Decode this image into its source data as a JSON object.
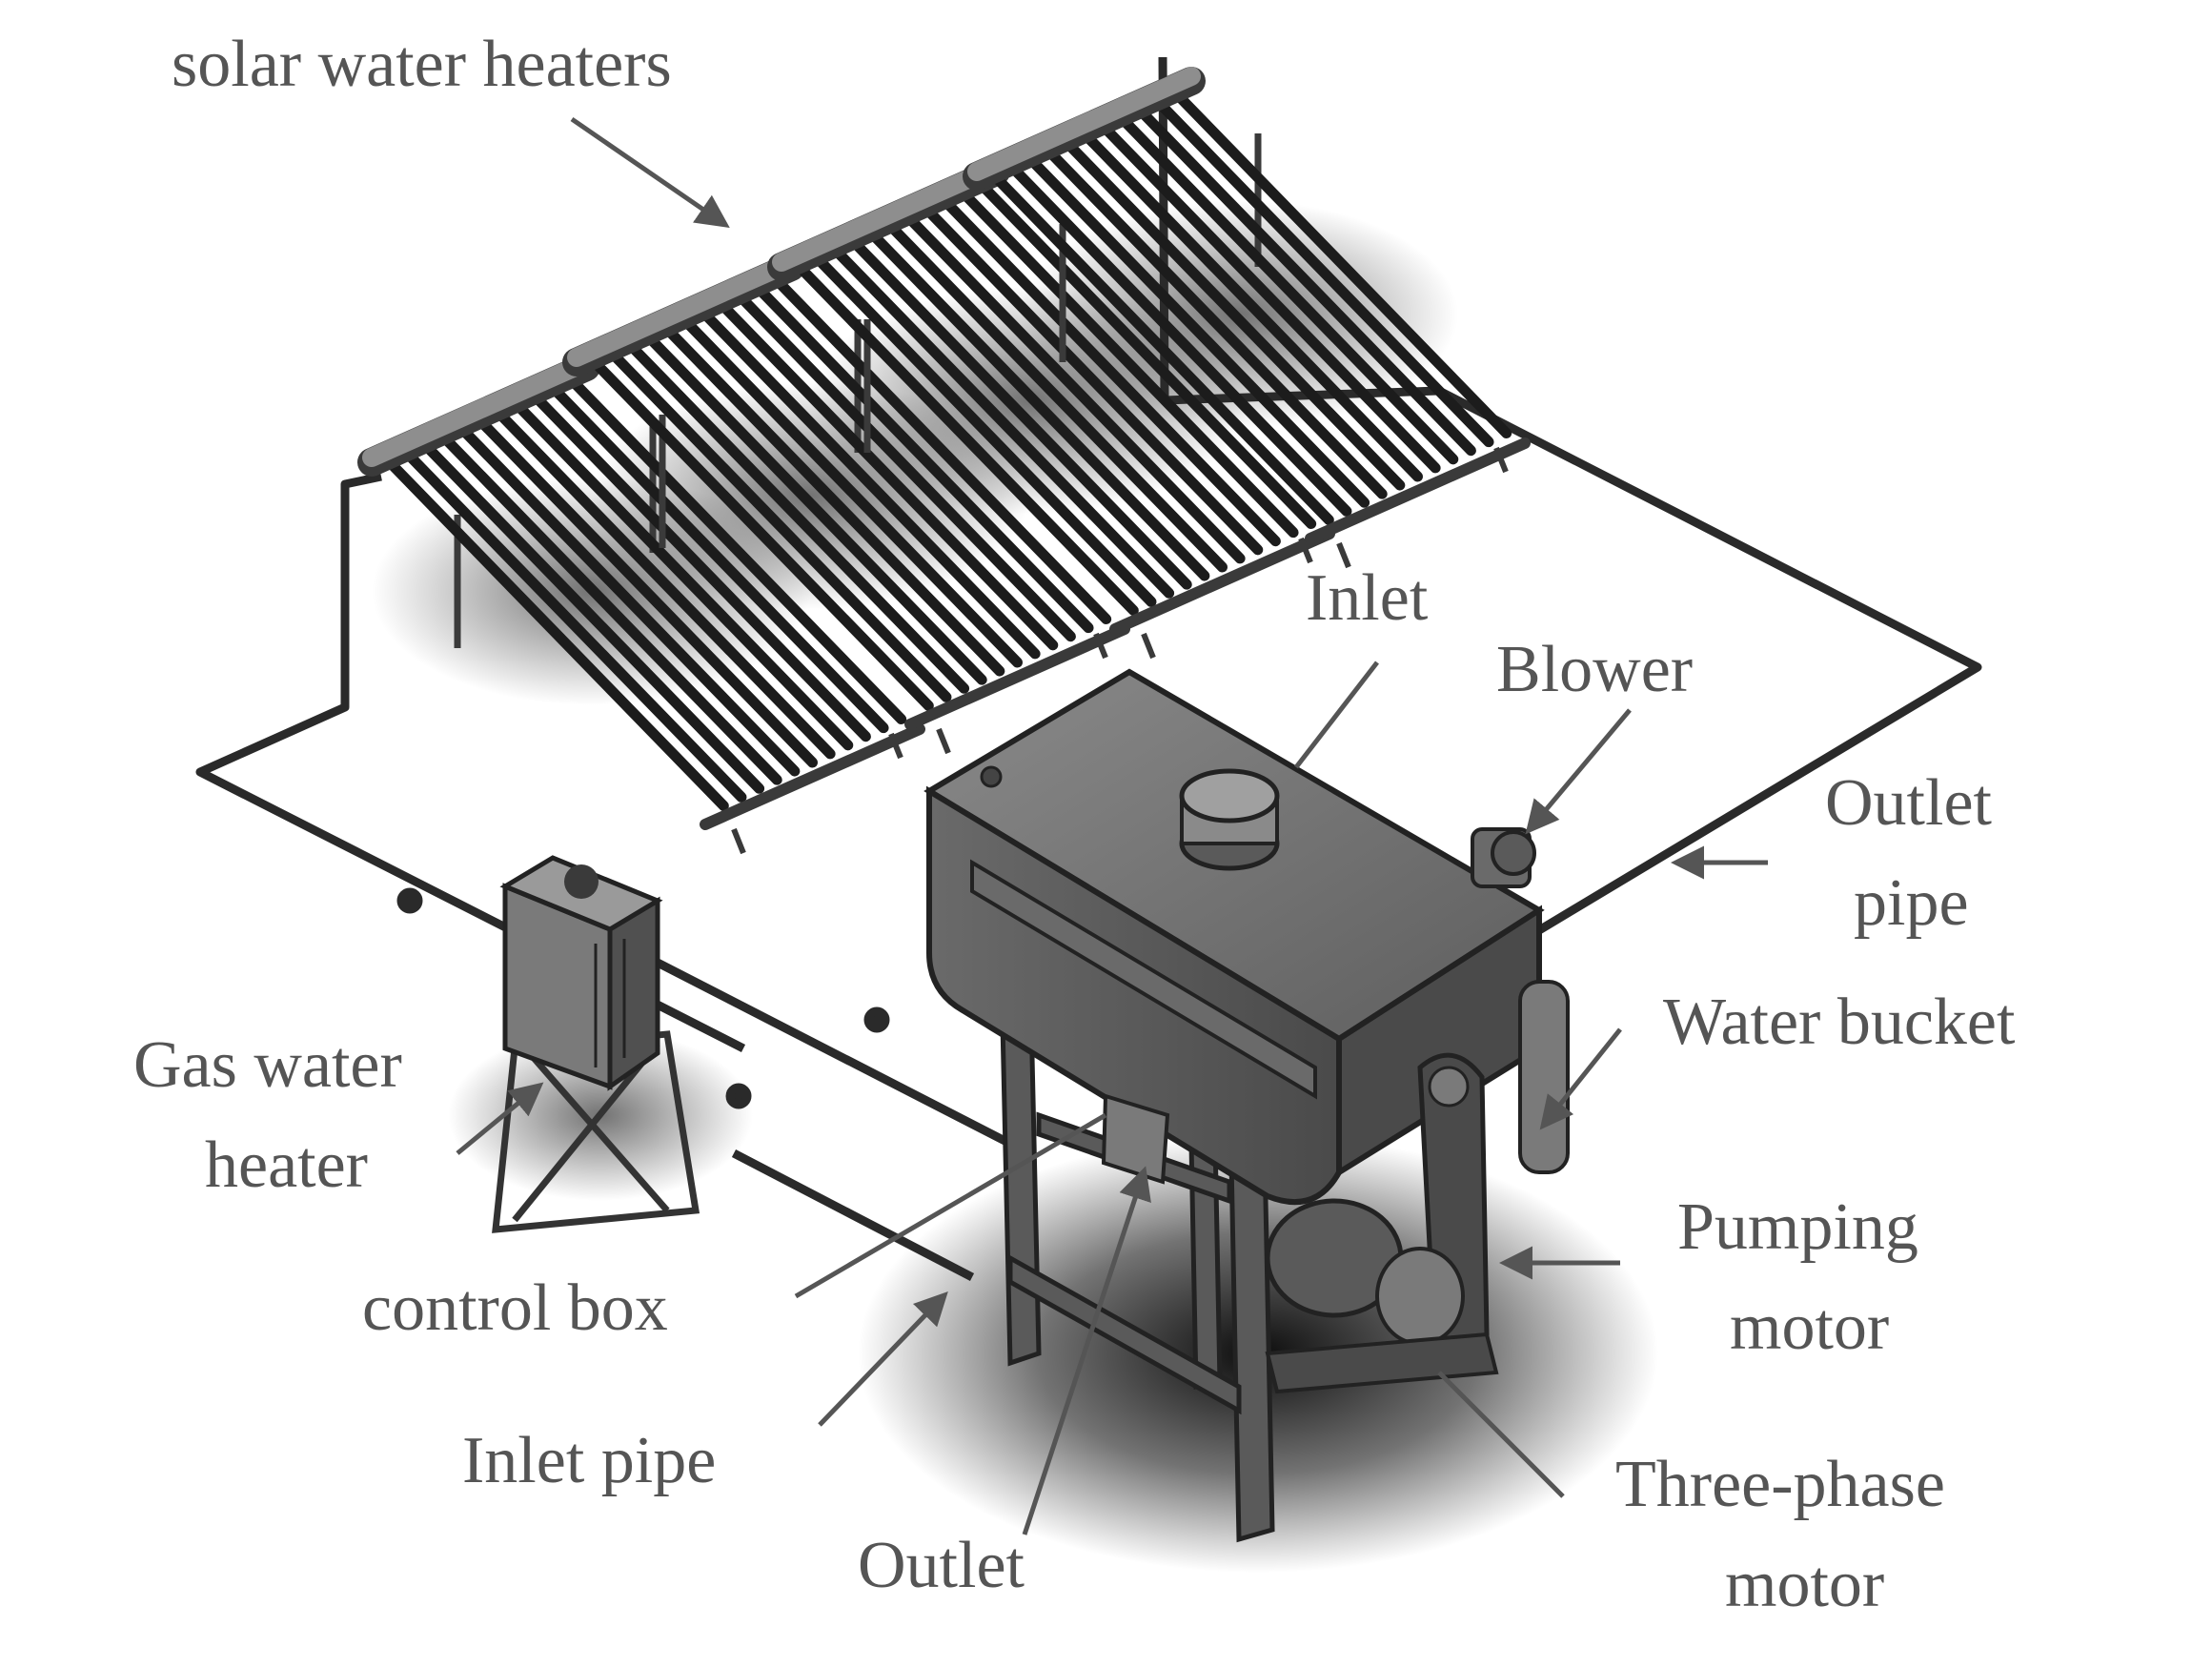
{
  "colors": {
    "background": "#ffffff",
    "metal": "#6e6e6e",
    "metal_dark": "#3a3a3a",
    "tube": "#1c1c1c",
    "pipe": "#2a2a2a",
    "label": "#555555",
    "shadow": "#000000"
  },
  "labels": {
    "solar_water_heaters": "solar water heaters",
    "inlet": "Inlet",
    "blower": "Blower",
    "outlet_pipe_line1": "Outlet",
    "outlet_pipe_line2": "pipe",
    "water_bucket": "Water bucket",
    "gas_water_heater_line1": "Gas water",
    "gas_water_heater_line2": "heater",
    "control_box": "control box",
    "pumping_motor_line1": "Pumping",
    "pumping_motor_line2": "motor",
    "inlet_pipe": "Inlet pipe",
    "outlet": "Outlet",
    "three_phase_motor_line1": "Three-phase",
    "three_phase_motor_line2": "motor"
  }
}
